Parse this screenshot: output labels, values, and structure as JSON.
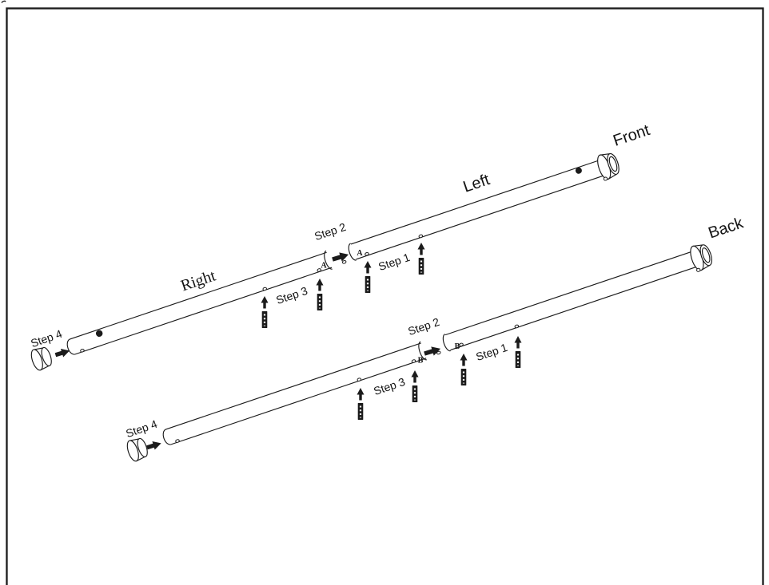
{
  "page": {
    "background": "#ffffff",
    "line_color": "#1b1b1b"
  },
  "top_rail": {
    "section_label_left": "Right",
    "section_label_right": "Left",
    "end_label": "Front",
    "step_1": "Step 1",
    "step_2": "Step 2",
    "step_3": "Step 3",
    "step_4": "Step 4",
    "marker_left": "A",
    "marker_right": "A"
  },
  "bottom_rail": {
    "end_label": "Back",
    "step_1": "Step 1",
    "step_2": "Step 2",
    "step_3": "Step 3",
    "step_4": "Step 4",
    "marker_left": "B",
    "marker_right": "B"
  }
}
